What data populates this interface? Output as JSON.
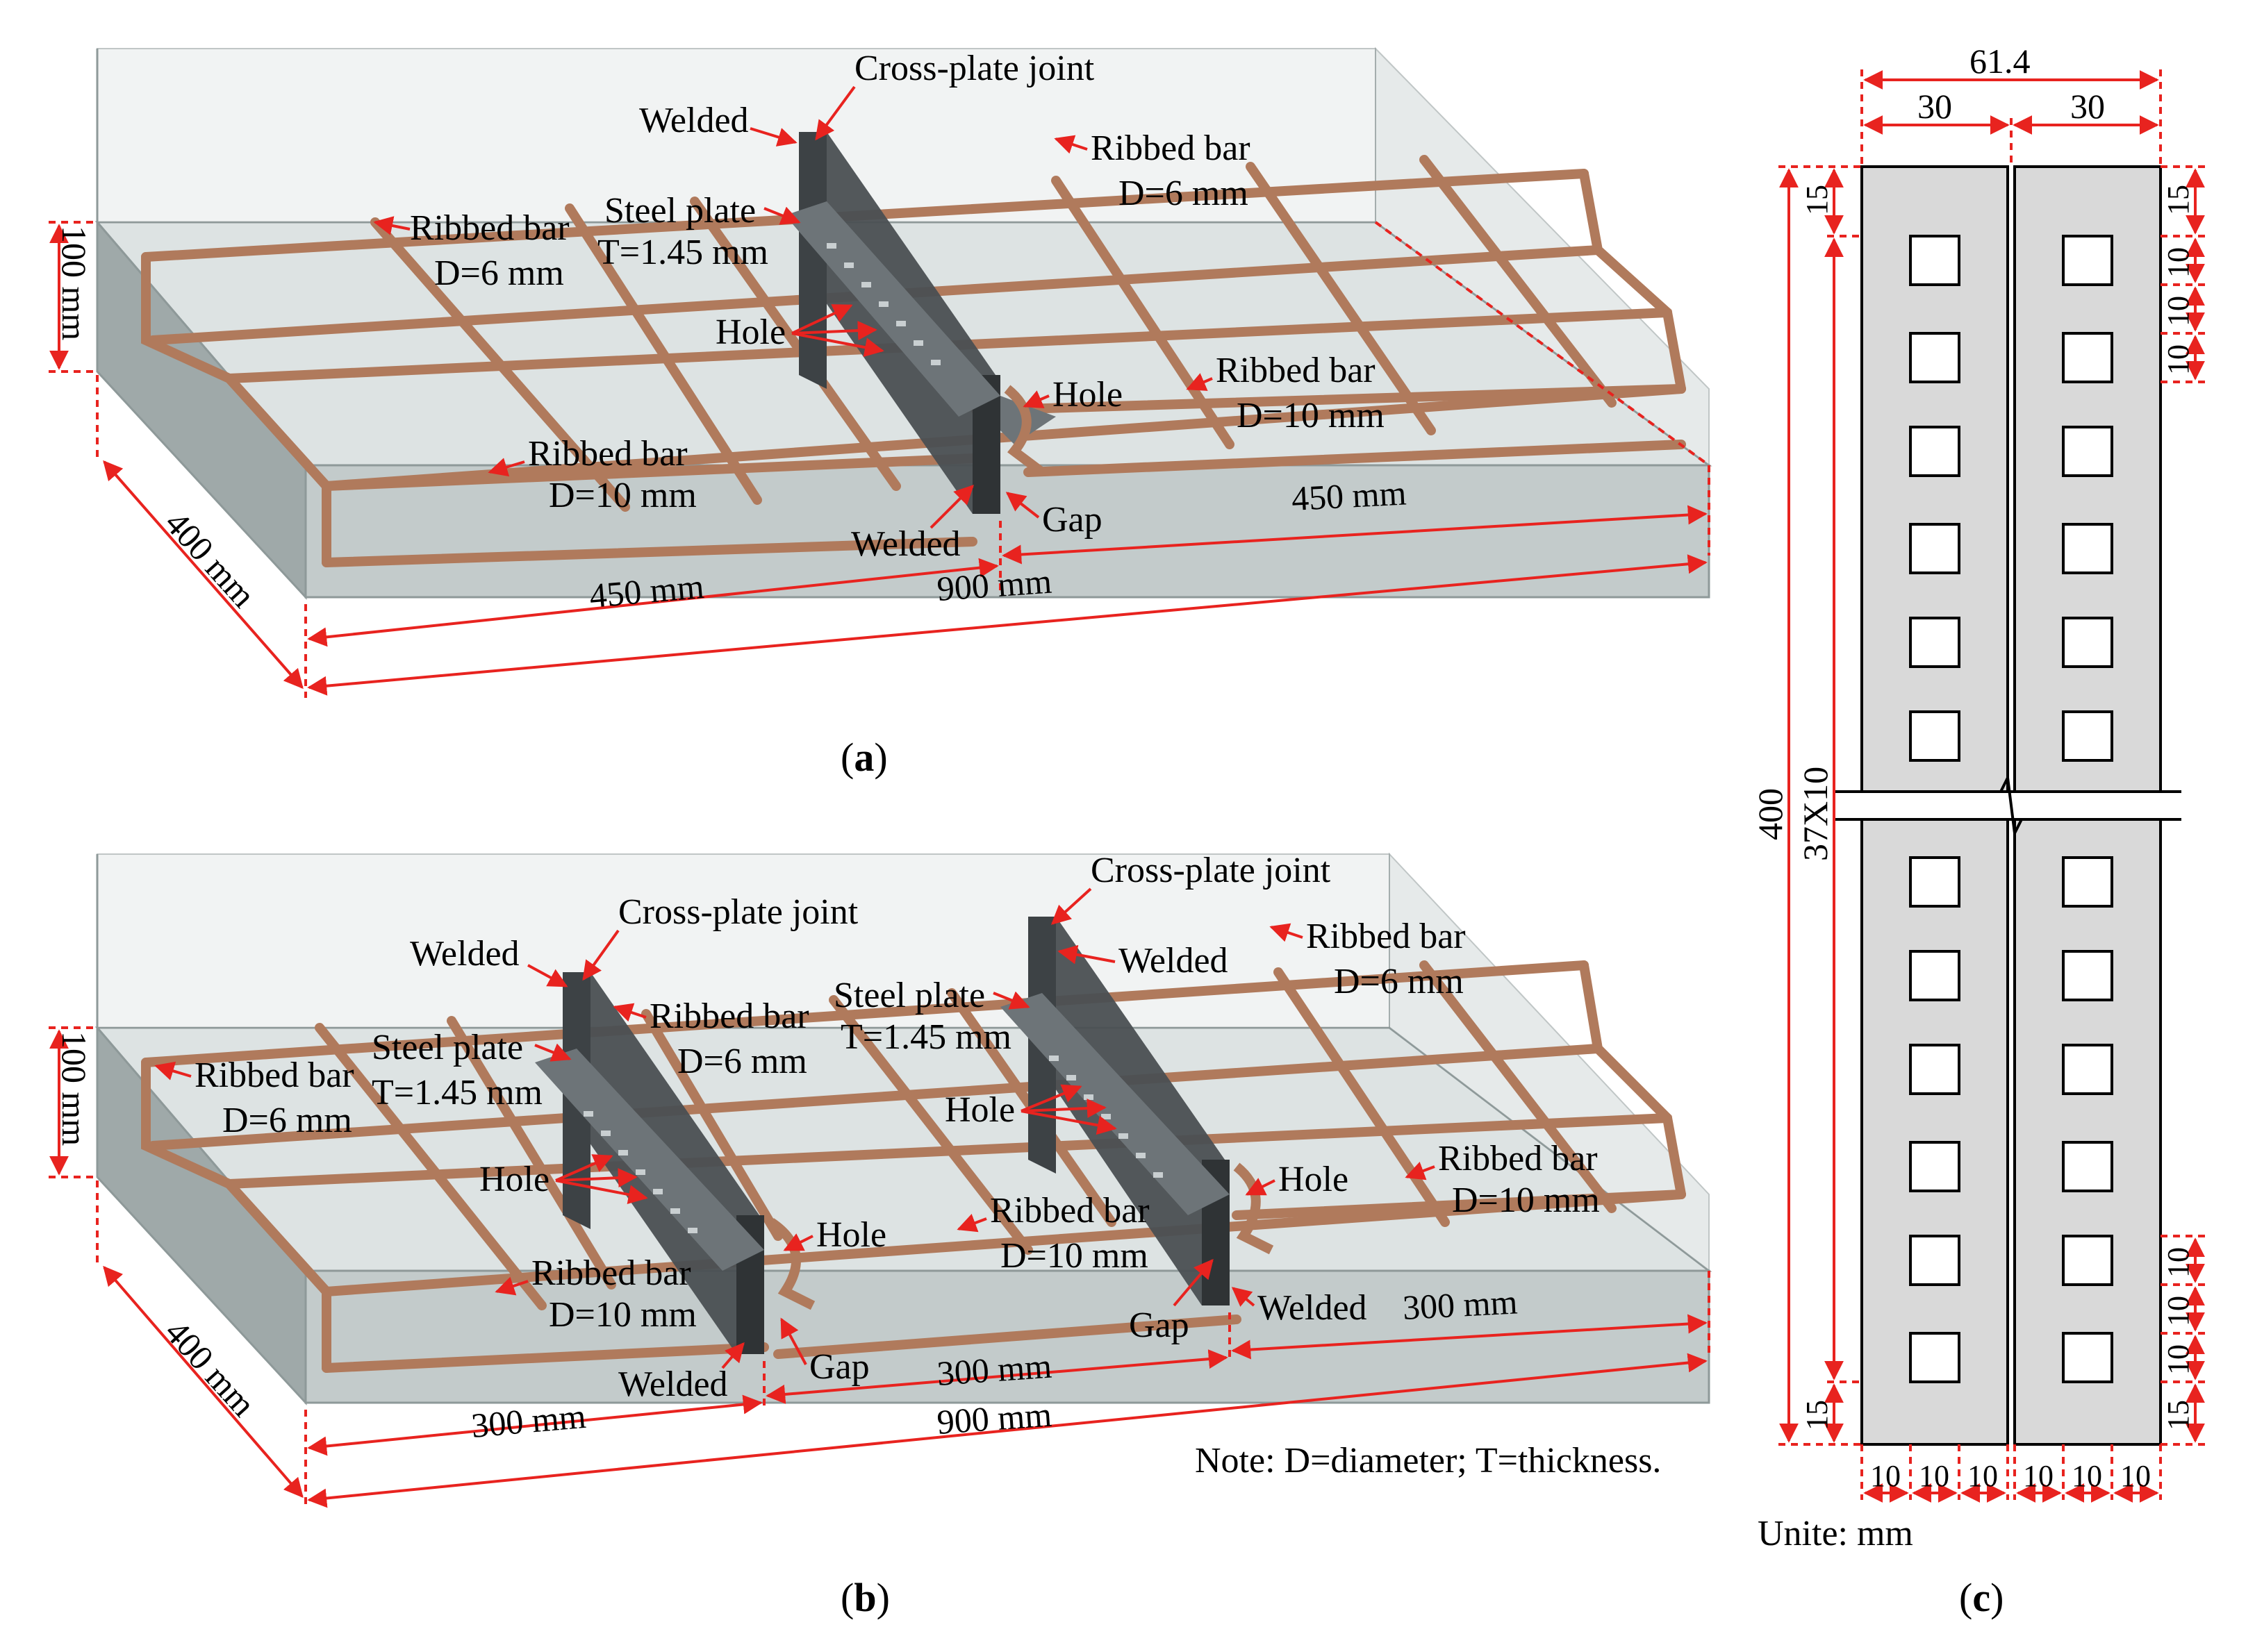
{
  "panel_a": {
    "caption_open": "(",
    "caption_letter": "a",
    "caption_close": ")",
    "labels": {
      "welded_top": "Welded",
      "cross_plate_joint": "Cross-plate joint",
      "ribbed_bar_1_name": "Ribbed bar",
      "ribbed_bar_1_dia": "D=6 mm",
      "steel_plate_name": "Steel plate",
      "steel_plate_thk": "T=1.45 mm",
      "hole_left": "Hole",
      "ribbed_bar_2_name": "Ribbed bar",
      "ribbed_bar_2_dia": "D=6 mm",
      "hole_right": "Hole",
      "ribbed_bar_3_name": "Ribbed bar",
      "ribbed_bar_3_dia": "D=10 mm",
      "ribbed_bar_4_name": "Ribbed bar",
      "ribbed_bar_4_dia": "D=10 mm",
      "gap": "Gap",
      "welded_bottom": "Welded"
    },
    "dims": {
      "height": "100 mm",
      "width": "400 mm",
      "left_len": "450 mm",
      "right_len": "450 mm",
      "total_len": "900 mm"
    }
  },
  "panel_b": {
    "caption_open": "(",
    "caption_letter": "b",
    "caption_close": ")",
    "labels": {
      "welded_left_top": "Welded",
      "cross_plate_joint_left": "Cross-plate joint",
      "cross_plate_joint_right": "Cross-plate joint",
      "welded_right_top": "Welded",
      "ribbed_bar_1_name": "Ribbed bar",
      "ribbed_bar_1_dia": "D=6 mm",
      "steel_plate_1_name": "Steel plate",
      "steel_plate_1_thk": "T=1.45 mm",
      "ribbed_bar_2_name": "Ribbed bar",
      "ribbed_bar_2_dia": "D=6 mm",
      "steel_plate_2_name": "Steel plate",
      "steel_plate_2_thk": "T=1.45 mm",
      "ribbed_bar_3_name": "Ribbed bar",
      "ribbed_bar_3_dia": "D=6 mm",
      "hole_1": "Hole",
      "hole_2": "Hole",
      "hole_3": "Hole",
      "hole_4": "Hole",
      "ribbed_bar_4_name": "Ribbed bar",
      "ribbed_bar_4_dia": "D=10 mm",
      "ribbed_bar_5_name": "Ribbed bar",
      "ribbed_bar_5_dia": "D=10 mm",
      "ribbed_bar_6_name": "Ribbed bar",
      "ribbed_bar_6_dia": "D=10 mm",
      "gap_left": "Gap",
      "gap_right": "Gap",
      "welded_bottom": "Welded",
      "welded_mid": "Welded"
    },
    "dims": {
      "height": "100 mm",
      "width": "400 mm",
      "seg_1": "300 mm",
      "seg_2": "300 mm",
      "seg_3": "300 mm",
      "total_len": "900 mm"
    },
    "note": "Note: D=diameter; T=thickness."
  },
  "panel_c": {
    "caption_open": "(",
    "caption_letter": "c",
    "caption_close": ")",
    "dims": {
      "total_width": "61.4",
      "left_half": "30",
      "right_half": "30",
      "total_height": "400",
      "hole_pitch": "37X10",
      "top_margin_left": "15",
      "bottom_margin_left": "15",
      "top_margin_right": "15",
      "bottom_margin_right": "15",
      "right_top_10_a": "10",
      "right_top_10_b": "10",
      "right_top_10_c": "10",
      "right_bot_10_a": "10",
      "right_bot_10_b": "10",
      "right_bot_10_c": "10",
      "bottom_10_1": "10",
      "bottom_10_2": "10",
      "bottom_10_3": "10",
      "bottom_10_4": "10",
      "bottom_10_5": "10",
      "bottom_10_6": "10"
    },
    "unit": "Unite: mm"
  },
  "colors": {
    "rebar": "#b07a5c",
    "rebar_dark": "#7a4a33",
    "plate": "#4a4f52",
    "concrete_top": "#dde3e3",
    "concrete_side": "#b9c1c1",
    "annotation": "#e8231f",
    "plate_c": "#d9d9d9"
  }
}
